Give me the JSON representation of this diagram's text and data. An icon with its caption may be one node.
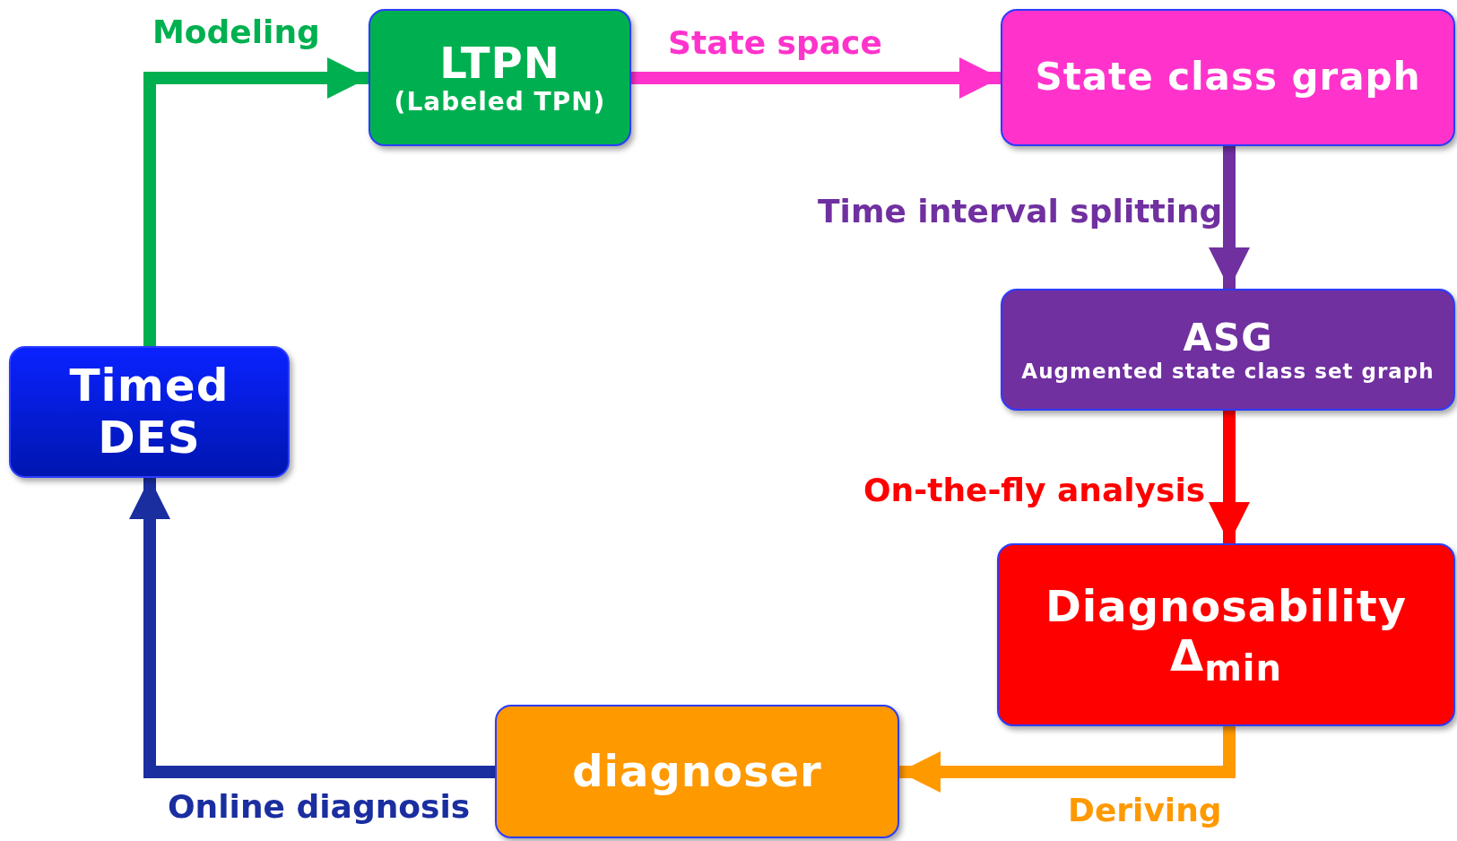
{
  "diagram": {
    "nodes": [
      {
        "text": [
          "Timed DES"
        ]
      },
      {
        "text": [
          "LTPN",
          "(Labeled TPN)"
        ]
      },
      {
        "text": [
          "State class graph"
        ]
      },
      {
        "text": [
          "ASG",
          "Augmented state class set graph"
        ]
      },
      {
        "text": [
          "Diagnosability",
          "Δ$_{min}$"
        ]
      },
      {
        "text": [
          "diagnoser"
        ]
      }
    ],
    "edges": [
      {
        "from": 0,
        "to": 1,
        "arrow": "to",
        "label": "Modeling",
        "color": "#00b050"
      },
      {
        "from": 1,
        "to": 2,
        "arrow": "to",
        "label": "State space",
        "color": "#ff33cc"
      },
      {
        "from": 2,
        "to": 3,
        "arrow": "to",
        "label": "Time interval splitting",
        "color": "#7030a0"
      },
      {
        "from": 3,
        "to": 4,
        "arrow": "to",
        "label": "On-the-fly analysis",
        "color": "#ff0000"
      },
      {
        "from": 4,
        "to": 5,
        "arrow": "to",
        "label": "Deriving",
        "color": "#ff9900"
      },
      {
        "from": 5,
        "to": 0,
        "arrow": "to",
        "label": "Online diagnosis",
        "color": "#1a2ea0"
      }
    ]
  }
}
